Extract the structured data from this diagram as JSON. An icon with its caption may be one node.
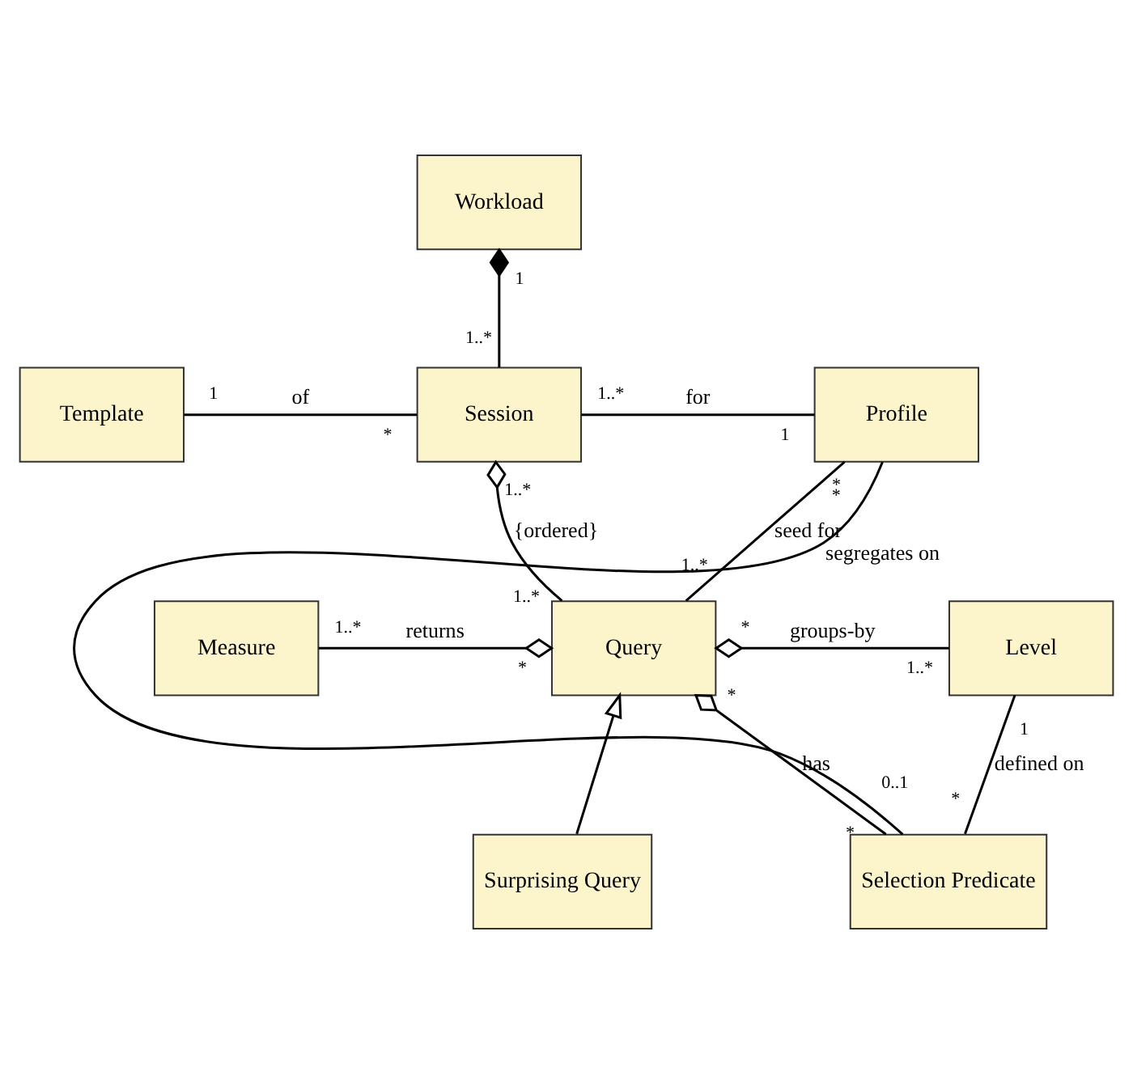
{
  "diagram": {
    "nodes": [
      {
        "text": [
          "Workload"
        ]
      },
      {
        "text": [
          "Template"
        ]
      },
      {
        "text": [
          "Session"
        ]
      },
      {
        "text": [
          "Profile"
        ]
      },
      {
        "text": [
          "Measure"
        ]
      },
      {
        "text": [
          "Query"
        ]
      },
      {
        "text": [
          "Level"
        ]
      },
      {
        "text": [
          "Surprising Query"
        ]
      },
      {
        "text": [
          "Selection Predicate"
        ]
      }
    ],
    "edges": [
      {
        "from": 2,
        "to": 0,
        "arrow": "other"
      },
      {
        "from": 1,
        "to": 2,
        "arrow": "none",
        "label": "of"
      },
      {
        "from": 2,
        "to": 3,
        "arrow": "none",
        "label": "for"
      },
      {
        "from": 5,
        "to": 2,
        "arrow": "other",
        "label": "{ordered}"
      },
      {
        "from": 5,
        "to": 3,
        "arrow": "none",
        "label": "seed for"
      },
      {
        "from": 4,
        "to": 5,
        "arrow": "other",
        "label": "returns"
      },
      {
        "from": 6,
        "to": 5,
        "arrow": "other",
        "label": "groups-by"
      },
      {
        "from": 7,
        "to": 5,
        "arrow": "to"
      },
      {
        "from": 8,
        "to": 5,
        "arrow": "other",
        "label": "has"
      },
      {
        "from": 8,
        "to": 6,
        "arrow": "none",
        "label": "defined on"
      },
      {
        "from": 8,
        "to": 3,
        "arrow": "none",
        "label": "segregates on"
      }
    ],
    "labels": [
      "1",
      "1..*",
      "1",
      "*",
      "1..*",
      "1",
      "*",
      "1..*",
      "1..*",
      "1..*",
      "1..*",
      "*",
      "*",
      "1..*",
      "*",
      "*",
      "*",
      "1",
      "0..1",
      "*"
    ]
  }
}
